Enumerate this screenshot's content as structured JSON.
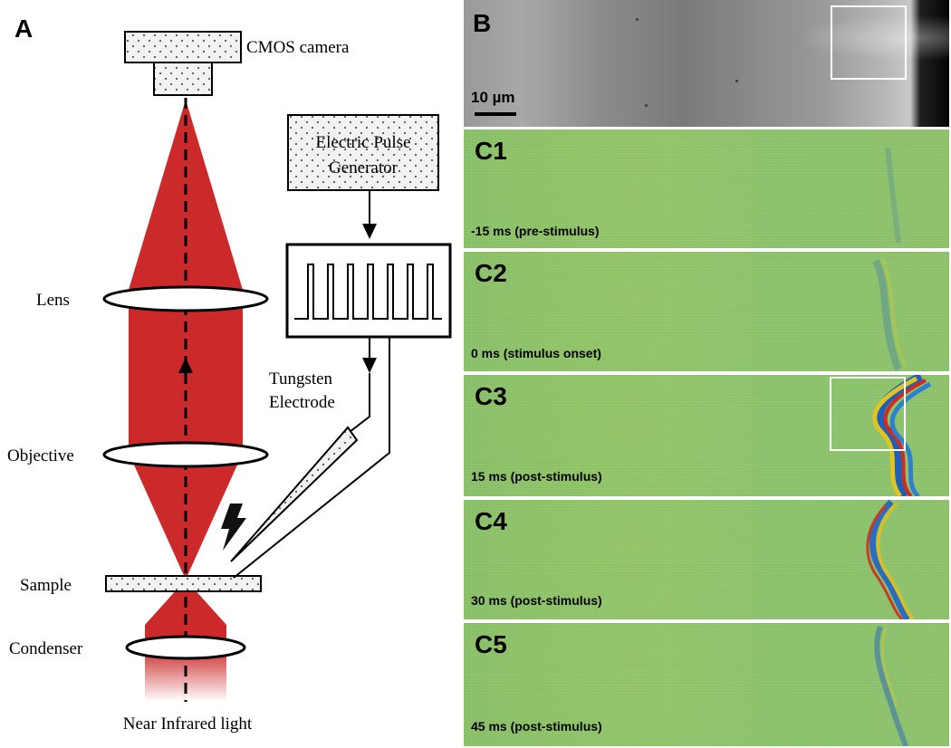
{
  "panel_a": {
    "letter": "A",
    "labels": {
      "camera": "CMOS camera",
      "pulse_generator_line1": "Electric Pulse",
      "pulse_generator_line2": "Generator",
      "lens": "Lens",
      "objective": "Objective",
      "sample": "Sample",
      "condenser": "Condenser",
      "light_source": "Near Infrared light",
      "electrode_line1": "Tungsten",
      "electrode_line2": "Electrode"
    },
    "colors": {
      "beam": "#cc2a2a",
      "outline": "#000000"
    }
  },
  "panel_b": {
    "letter": "B",
    "scale_bar": "10 µm"
  },
  "panels_c": [
    {
      "id": "C1",
      "caption": "-15 ms (pre-stimulus)"
    },
    {
      "id": "C2",
      "caption": "0 ms (stimulus onset)"
    },
    {
      "id": "C3",
      "caption": "15 ms (post-stimulus)"
    },
    {
      "id": "C4",
      "caption": "30 ms (post-stimulus)"
    },
    {
      "id": "C5",
      "caption": "45 ms (post-stimulus)"
    }
  ]
}
